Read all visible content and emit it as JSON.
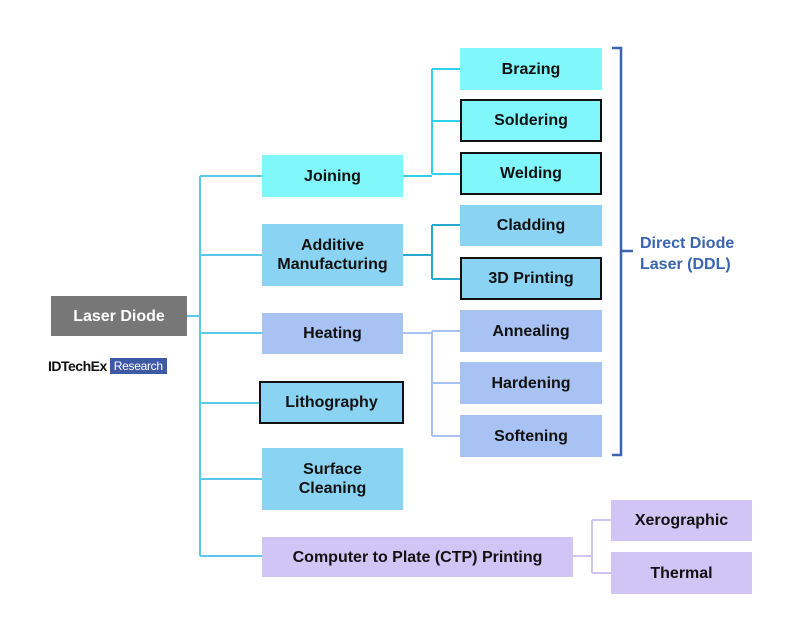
{
  "root": {
    "label": "Laser Diode"
  },
  "logo": {
    "brand": "IDTechEx",
    "sub": "Research"
  },
  "categories": [
    {
      "label": "Joining"
    },
    {
      "label": "Additive\nManufacturing"
    },
    {
      "label": "Heating"
    },
    {
      "label": "Lithography"
    },
    {
      "label": "Surface\nCleaning"
    },
    {
      "label": "Computer to Plate (CTP) Printing"
    }
  ],
  "applications": {
    "joining": [
      "Brazing",
      "Soldering",
      "Welding"
    ],
    "additive": [
      "Cladding",
      "3D Printing"
    ],
    "heating": [
      "Annealing",
      "Hardening",
      "Softening"
    ],
    "ctp": [
      "Xerographic",
      "Thermal"
    ]
  },
  "ddl_label": "Direct Diode\nLaser (DDL)",
  "colors": {
    "cyan": "#7ff7fb",
    "sky": "#8bd3f3",
    "blue": "#a8c2f4",
    "purple": "#d1c5f6",
    "root": "#777777",
    "ddl": "#3a64b0"
  }
}
